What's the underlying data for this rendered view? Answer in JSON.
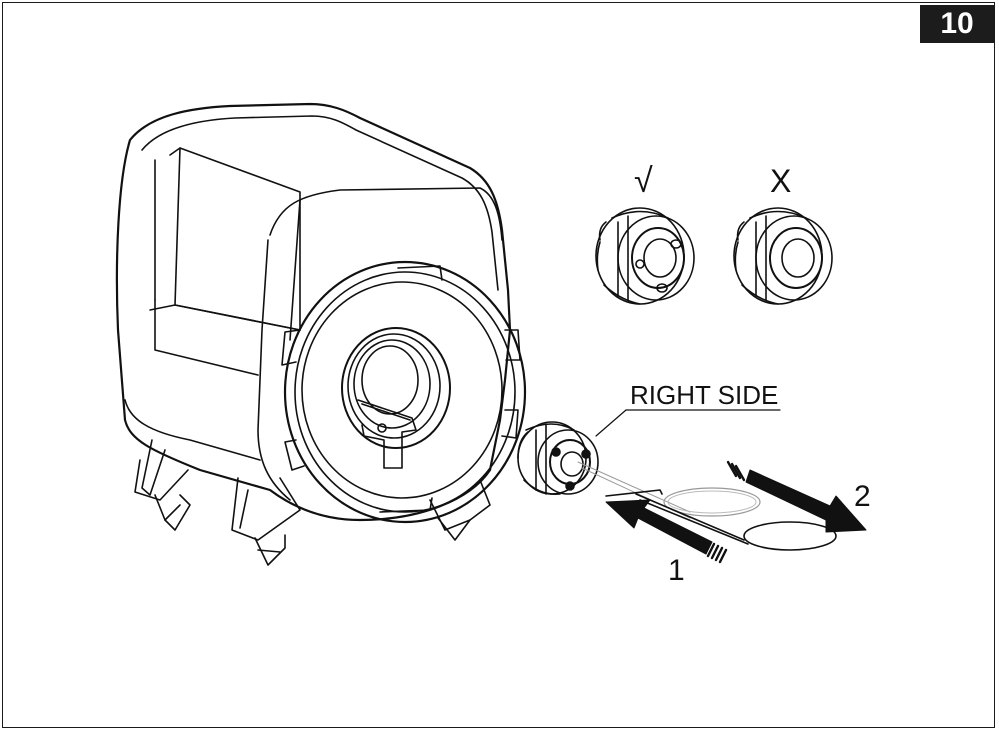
{
  "page_number": "10",
  "marks": {
    "correct": "√",
    "wrong": "X"
  },
  "labels": {
    "side": "RIGHT SIDE",
    "step_1": "1",
    "step_2": "2"
  },
  "icons": [
    "pump-housing-illustration",
    "impeller-magnet-part",
    "arrow-icon",
    "o-ring-gasket"
  ],
  "colors": {
    "line": "#111111",
    "badge_bg": "#1c1c1c",
    "badge_text": "#ffffff"
  }
}
